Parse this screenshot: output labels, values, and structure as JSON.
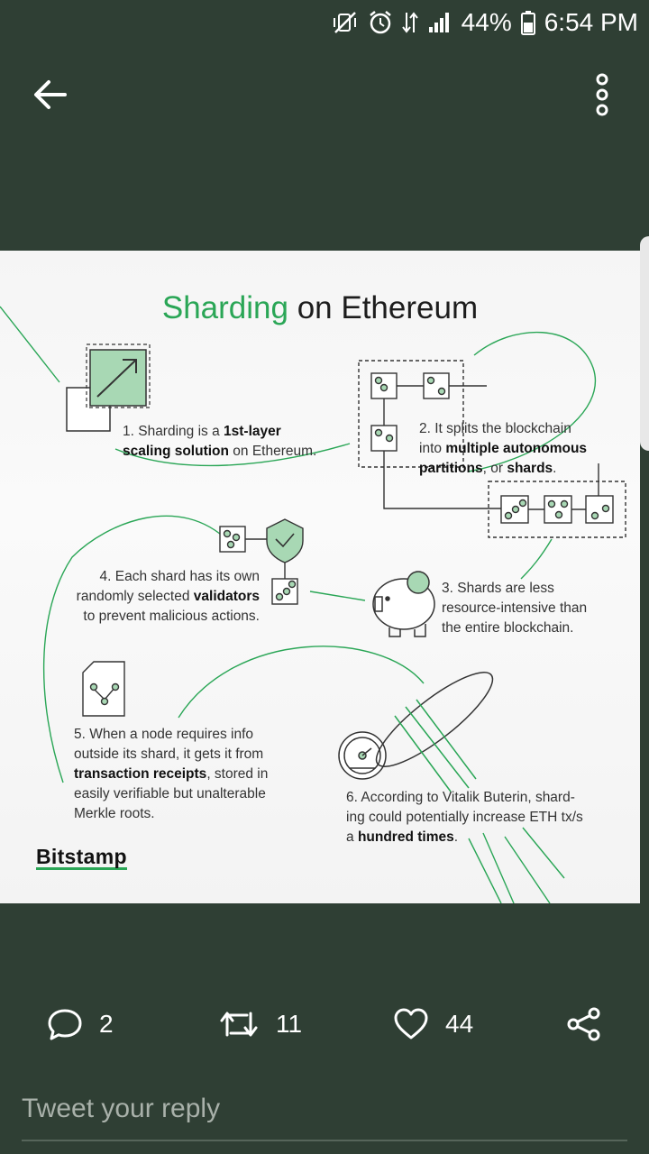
{
  "status_bar": {
    "battery_percent": "44%",
    "time": "6:54 PM",
    "icons": [
      "mute-vibrate-icon",
      "alarm-icon",
      "data-arrows-icon",
      "signal-icon",
      "battery-icon"
    ]
  },
  "toolbar": {
    "back_icon": "arrow-left-icon",
    "more_icon": "vertical-dots-icon"
  },
  "image": {
    "title_part1": "Sharding",
    "title_part2": " on Ethereum",
    "caption1": {
      "line1_pre": "1. Sharding is a ",
      "line1_bold": "1st-layer",
      "line2_bold": "scaling solution",
      "line2_post": " on Ethereum."
    },
    "caption2": {
      "line1": "2. It splits the blockchain",
      "line2_pre": "into ",
      "line2_bold": "multiple autonomous",
      "line3_bold": "partitions",
      "line3_mid": ", or ",
      "line3_bold2": "shards",
      "line3_post": "."
    },
    "caption3": {
      "line1": "3. Shards are less",
      "line2": "resource-intensive than",
      "line3": "the entire blockchain."
    },
    "caption4": {
      "line1": "4. Each shard has its own",
      "line2_pre": "randomly selected ",
      "line2_bold": "validators",
      "line3": "to prevent malicious actions."
    },
    "caption5": {
      "line1": "5. When a node requires info",
      "line2": "outside its shard, it gets it from",
      "line3_bold": "transaction receipts",
      "line3_post": ", stored in",
      "line4": "easily verifiable but unalterable",
      "line5": "Merkle roots."
    },
    "caption6": {
      "line1": "6. According to Vitalik Buterin, shard-",
      "line2": "ing could potentially increase ETH tx/s",
      "line3_pre": "a ",
      "line3_bold": "hundred times",
      "line3_post": "."
    },
    "brand": "Bitstamp",
    "accent_color": "#2aa656",
    "fill_color": "#a8d8b4"
  },
  "actions": {
    "reply_count": "2",
    "retweet_count": "11",
    "like_count": "44",
    "icons": [
      "reply-icon",
      "retweet-icon",
      "heart-icon",
      "share-icon"
    ]
  },
  "reply": {
    "placeholder": "Tweet your reply"
  }
}
